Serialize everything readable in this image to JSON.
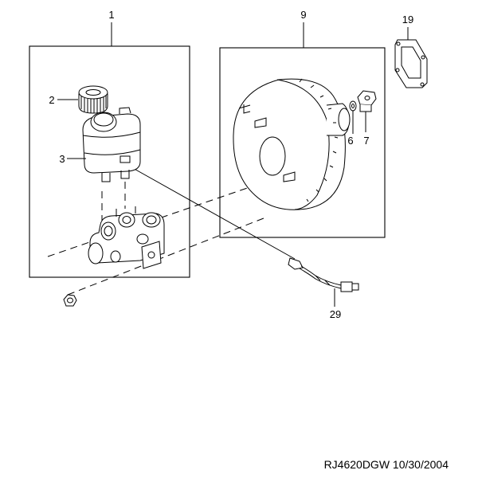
{
  "callouts": {
    "c1": "1",
    "c2": "2",
    "c3": "3",
    "c6": "6",
    "c7": "7",
    "c9": "9",
    "c19": "19",
    "c29": "29"
  },
  "footer": {
    "reference": "RJ4620DGW  10/30/2004"
  }
}
